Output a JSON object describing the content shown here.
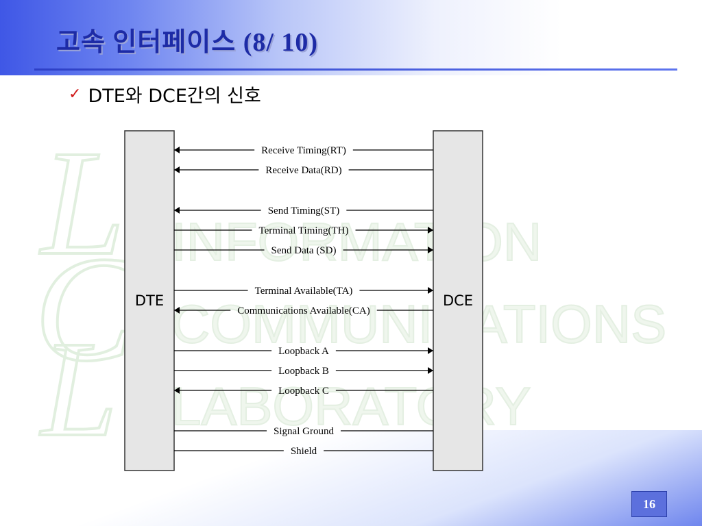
{
  "slide": {
    "title": "고속 인터페이스 (8/ 10)",
    "page_number": "16"
  },
  "bullet": {
    "icon": "check-icon",
    "text": "DTE와 DCE간의 신호"
  },
  "watermark": {
    "lines": [
      "INFORMATION",
      "COMMUNICATIONS",
      "LABORATORY"
    ]
  },
  "diagram": {
    "left_box": "DTE",
    "right_box": "DCE",
    "signals": [
      {
        "label": "Receive Timing(RT)",
        "direction": "to-DTE"
      },
      {
        "label": "Receive Data(RD)",
        "direction": "to-DTE"
      },
      {
        "label": "Send Timing(ST)",
        "direction": "to-DTE"
      },
      {
        "label": "Terminal Timing(TH)",
        "direction": "to-DCE"
      },
      {
        "label": "Send Data (SD)",
        "direction": "to-DCE"
      },
      {
        "label": "Terminal Available(TA)",
        "direction": "to-DCE"
      },
      {
        "label": "Communications Available(CA)",
        "direction": "to-DTE"
      },
      {
        "label": "Loopback A",
        "direction": "to-DCE"
      },
      {
        "label": "Loopback B",
        "direction": "to-DCE"
      },
      {
        "label": "Loopback C",
        "direction": "to-DTE"
      },
      {
        "label": "Signal Ground",
        "direction": "none"
      },
      {
        "label": "Shield",
        "direction": "none"
      }
    ]
  }
}
